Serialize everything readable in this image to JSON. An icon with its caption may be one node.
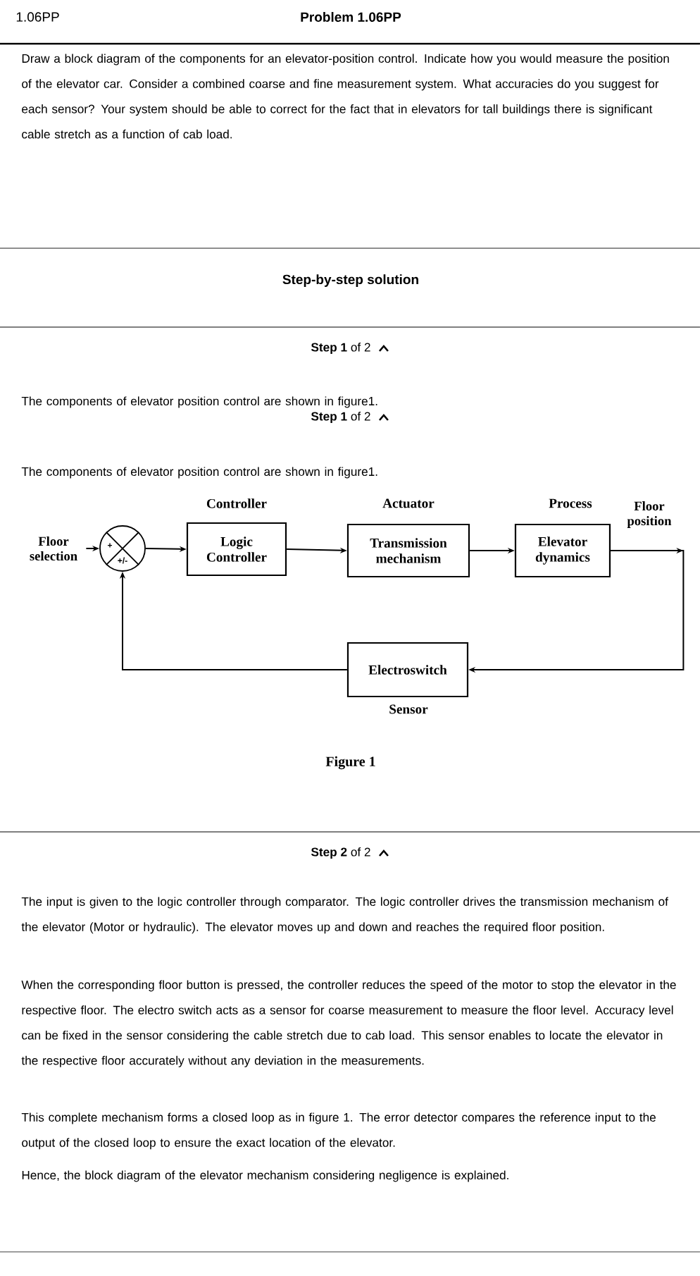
{
  "diagram": {
    "title": "Problem 1.06PP",
    "nodes": [
      {
        "text": [
          "+",
          "+/-"
        ]
      },
      {
        "text": [
          "Logic Controller"
        ],
        "beside": [
          "Controller"
        ]
      },
      {
        "text": [
          "Transmission mechanism"
        ],
        "beside": [
          "Actuator"
        ]
      },
      {
        "text": [
          "Elevator dynamics"
        ],
        "beside": [
          "Process"
        ]
      },
      {
        "text": [
          "Electroswitch"
        ],
        "beside": [
          "Sensor"
        ]
      },
      {
        "text": [
          "Floor selection"
        ]
      },
      {
        "text": [
          "Floor position"
        ]
      }
    ],
    "edges": [
      {
        "from": 5,
        "to": 0,
        "arrow": "to"
      },
      {
        "from": 0,
        "to": 1,
        "arrow": "to"
      },
      {
        "from": 1,
        "to": 2,
        "arrow": "to"
      },
      {
        "from": 2,
        "to": 3,
        "arrow": "to"
      },
      {
        "from": 3,
        "to": 6,
        "arrow": "to"
      },
      {
        "from": 3,
        "to": 4,
        "arrow": "to"
      },
      {
        "from": 4,
        "to": 0,
        "arrow": "to"
      }
    ],
    "labels": [
      "1.06PP",
      "Draw a block diagram of the components for an elevator-position control. Indicate how you would measure the position of the elevator car. Consider a combined coarse and fine measurement system. What accuracies do you suggest for each sensor? Your system should be able to correct for the fact that in elevators for tall buildings there is significant cable stretch as a function of cab load.",
      "Step-by-step solution",
      "**Step 1** of 2",
      "The components of elevator position control are shown in figure1.",
      "**Step 1** of 2",
      "The components of elevator position control are shown in figure1.",
      "Figure 1",
      "**Step 2** of 2",
      "The input is given to the logic controller through comparator. The logic controller drives the transmission mechanism of the elevator (Motor or hydraulic). The elevator moves up and down and reaches the required floor position.",
      "When the corresponding floor button is pressed, the controller reduces the speed of the motor to stop the elevator in the respective floor. The electro switch acts as a sensor for coarse measurement to measure the floor level. Accuracy level can be fixed in the sensor considering the cable stretch due to cab load. This sensor enables to locate the elevator in the respective floor accurately without any deviation in the measurements.",
      "This complete mechanism forms a closed loop as in figure 1. The error detector compares the reference input to the output of the closed loop to ensure the exact location of the elevator.",
      "Hence, the block diagram of the elevator mechanism considering negligence is explained."
    ]
  }
}
